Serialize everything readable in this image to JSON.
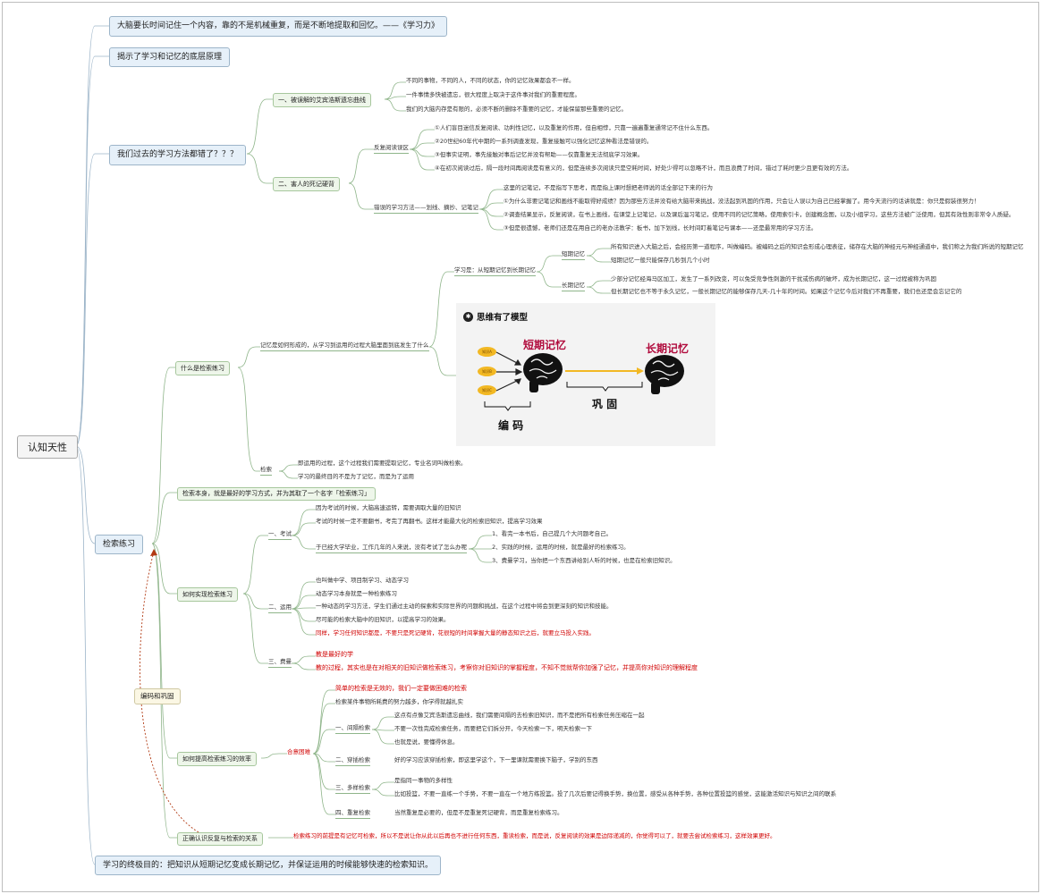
{
  "root": "认知天性",
  "quote": "大脑要长时间记住一个内容，靠的不是机械重复，而是不断地提取和回忆。——《学习力》",
  "principle": "揭示了学习和记忆的底层原理",
  "wrong": {
    "title": "我们过去的学习方法都错了？？？",
    "curve": {
      "label": "一、被误解的艾宾浩斯遗忘曲线",
      "items": [
        "不同的事物，不同的人，不同的状态，你的记忆效果都会不一样。",
        "一件事情多快被遗忘，很大程度上取决于这件事对我们的重要程度。",
        "我们的大脑内存是有限的，必须不断的删除不重要的记忆，才能保留那些重要的记忆。"
      ]
    },
    "rote": {
      "label": "二、害人的死记硬背",
      "repeat": {
        "label": "反复阅读误区",
        "items": [
          "①人们盲目迷信反复阅读、功利性记忆，以及重复的作用，但自相悖，只靠一遍遍重复通常记不住什么东西。",
          "②20世纪60年代中期的一系列调查发现，重复接触可以强化记忆这种看法是错误的。",
          "③但事实证明，事先接触对事后记忆并没有帮助——仅靠重复无法彻底学习效果。",
          "④在初次阅读过后，隔一段时间再阅读是有意义的，但是连续多次阅读只是空耗时间，好处少得可以忽略不计，而且浪费了时间，错过了耗时更少且更有效的方法。"
        ]
      },
      "notes": {
        "label": "错误的学习方法——划线、摘抄、记笔记",
        "items": [
          "这里的记笔记，不是指写下思考，而是指上课时想把老师说的话全部记下来的行为",
          "①为什么非要记笔记和画线不能取得好成绩？因为那些方法并没有给大脑带来挑战，没法起到巩固的作用，只会让人误以为自己已经掌握了。用今天流行的话讲就是：你只是假装很努力！",
          "②调查结果显示，反复阅读，在书上画线，在课堂上记笔记，以及课后温习笔记，使用不同的记忆策略，使用索引卡，创建概念图，以及小组学习，这些方法被广泛使用，但其有效性则非常令人质疑。",
          "③但是很遗憾，老师们还是在用自己的老办法教学：板书，加下划线，长时间盯着笔记与课本——还是最常用的学习方法。"
        ]
      }
    }
  },
  "retrieval": {
    "title": "检索练习",
    "what": {
      "label": "什么是检索练习",
      "memory": {
        "label": "记忆是如何形成的，从学习到运用的过程大脑里面到底发生了什么",
        "learning": {
          "label": "学习是：从短期记忆到长期记忆",
          "short": {
            "label": "短期记忆",
            "items": [
              "所有知识进入大脑之后，会经历第一道程序，叫做编码。被编码之后的知识会形成心理表征，储存在大脑的神经元与神经通道中，我们称之为我们所说的短期记忆",
              "短期记忆一般只能保存几秒到几个小时"
            ]
          },
          "long": {
            "label": "长期记忆",
            "items": [
              "少部分记忆经海马区加工，发生了一系列改变，可以免受竞争性刺激的干扰或伤病的破坏，成为长期记忆，这一过程被称为巩固",
              "但长期记忆也不等于永久记忆，一般长期记忆的能够保存几天-几十年的时间。如果这个记忆今后对我们不再重要，我们也还是会忘记它的"
            ]
          }
        },
        "model": {
          "title": "思维有了模型",
          "short_label": "短期记忆",
          "long_label": "长期记忆",
          "consolidate": "巩 固",
          "encode": "编 码",
          "inputs": [
            "知识A",
            "知识B",
            "知识C"
          ],
          "bulb_icon": "lightbulb-icon"
        }
      },
      "retrieve": {
        "label": "检索",
        "items": [
          "即运用的过程，这个过程我们需要提取记忆，专业名词叫做检索。",
          "学习的最终目的不是为了记忆，而是为了运用"
        ]
      }
    },
    "best": "检索本身，就是最好的学习方式，并为其取了一个名字「检索练习」",
    "how": {
      "label": "如何实现检索练习",
      "exam": {
        "label": "一、考试",
        "items": [
          "因为考试的时候，大脑高速运转，需要调取大量的旧知识",
          "考试的时候一定不要翻书，考完了再翻书。这样才能最大化的检索旧知识，提高学习效果"
        ],
        "graduated": {
          "label": "于已经大学毕业，工作几年的人来说，没有考试了怎么办呢",
          "items": [
            "1、看完一本书后，自己提几个大问题考自己。",
            "2、实践的时候，运用的时候，就是最好的检索练习。",
            "3、费曼学习，当你把一个东西讲给别人听的时候，也是在检索旧知识。"
          ]
        }
      },
      "apply": {
        "label": "二、运用",
        "items": [
          "也叫做中学、项目制学习、动态学习",
          "动态学习本身就是一种检索练习",
          "一种动态的学习方法，学生们通过主动的探索和实际世界的问题和挑战，在这个过程中将会到更深刻的知识和技能。",
          "尽可能的检索大脑中的旧知识，以提高学习的效果。",
          "同样，学习任何知识都是，不要只是死记硬背，花很短的时间掌握大量的静态知识之后，就要立马投入实践。"
        ]
      },
      "teach": {
        "label": "三、费曼",
        "title": "教是最好的学",
        "desc": "教的过程，其实也是在对相关的旧知识做检索练习，考察你对旧知识的掌握程度，不知不觉就帮你加强了记忆，并提高你对知识的理解程度"
      }
    },
    "encode_label": "编码和巩固",
    "improve": {
      "label": "如何提高检索练习的效率",
      "difficulty": "合意困难",
      "simple": "简单的检索是无效的，我们一定要做困难的检索",
      "effort": "检索某件事物所耗费的努力越多，你学得就越扎实",
      "spaced": {
        "label": "一、间隔检索",
        "items": [
          "这点有点像艾宾浩斯遗忘曲线，我们需要间隔的去检索旧知识，而不是把所有检索任务压缩在一起",
          "不要一次性完成检索任务，而要把它们拆分开，今天检索一下，明天检索一下",
          "也就是说，要懂得休息。"
        ]
      },
      "interleave": {
        "label": "二、穿插检索",
        "desc": "好的学习应该穿插检索，即这里学这个，下一里课就需要换下脑子，学别的东西"
      },
      "varied": {
        "label": "三、多样检索",
        "items": [
          "是指同一事物的多样性",
          "比如投篮，不要一直练一个手势，不要一直在一个地方练投篮。投了几次后要记得换手势，换位置，感受从各种手势，各种位置投篮的感觉，这能激活知识与知识之间的联系"
        ]
      },
      "repeat": {
        "label": "四、重复检索",
        "desc": "当然重复是必要的，但是不是重复死记硬背，而是重复检索练习。"
      }
    },
    "relation": {
      "label": "正确认识反复与检索的关系",
      "desc": "检索练习的前提是有记忆可检索，所以不是说让你从此以后再也不进行任何东西，重读检索，而是说，反复阅读的效果是边际递减的，你觉得可以了，就要去尝试检索练习，这样效果更好。"
    }
  },
  "goal": "学习的终极目的：把知识从短期记忆变成长期记忆，并保证运用的时候能够快速的检索知识。",
  "colors": {
    "line": "#8fb58a",
    "blue_line": "#9db5c9",
    "accent_red": "#d00000",
    "brand": "#b0093b",
    "pill": "#f2b823",
    "arrow": "#b23b14"
  }
}
